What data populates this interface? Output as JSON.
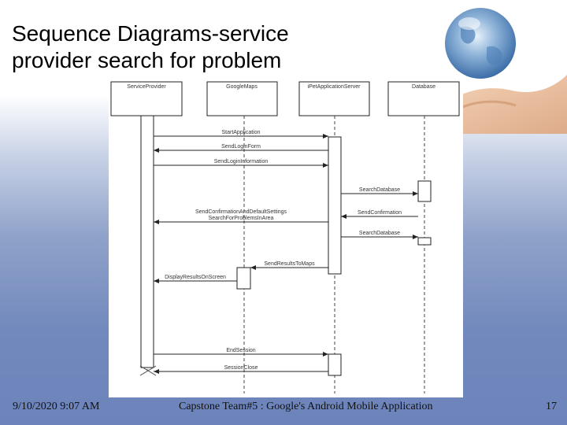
{
  "slide": {
    "title_line1": "Sequence Diagrams-service",
    "title_line2": "provider search for problem"
  },
  "diagram": {
    "lifelines": [
      {
        "label": "ServiceProvider"
      },
      {
        "label": "GoogleMaps"
      },
      {
        "label": "iPetApplicationServer"
      },
      {
        "label": "Database"
      }
    ],
    "messages": [
      {
        "line1": "StartApplication",
        "line2": "",
        "from": 0,
        "to": 2
      },
      {
        "line1": "SendLoginForm",
        "line2": "",
        "from": 2,
        "to": 0
      },
      {
        "line1": "SendLoginInformation",
        "line2": "",
        "from": 0,
        "to": 2
      },
      {
        "line1": "SearchDatabase",
        "line2": "",
        "from": 2,
        "to": 3
      },
      {
        "line1": "SendConfirmation",
        "line2": "",
        "from": 3,
        "to": 2
      },
      {
        "line1": "SendConfirmationAndDefaultSettings",
        "line2": "SearchForProblemsInArea",
        "from": 2,
        "to": 0
      },
      {
        "line1": "SearchDatabase",
        "line2": "",
        "from": 2,
        "to": 3
      },
      {
        "line1": "SendResultsToMaps",
        "line2": "",
        "from": 2,
        "to": 1
      },
      {
        "line1": "DisplayResultsOnScreen",
        "line2": "",
        "from": 1,
        "to": 0
      },
      {
        "line1": "EndSession",
        "line2": "",
        "from": 0,
        "to": 2
      },
      {
        "line1": "SessionClose",
        "line2": "",
        "from": 2,
        "to": 0
      }
    ]
  },
  "footer": {
    "date": "9/10/2020 9:07 AM",
    "center": "Capstone Team#5 : Google's Android Mobile Application",
    "page": "17"
  }
}
